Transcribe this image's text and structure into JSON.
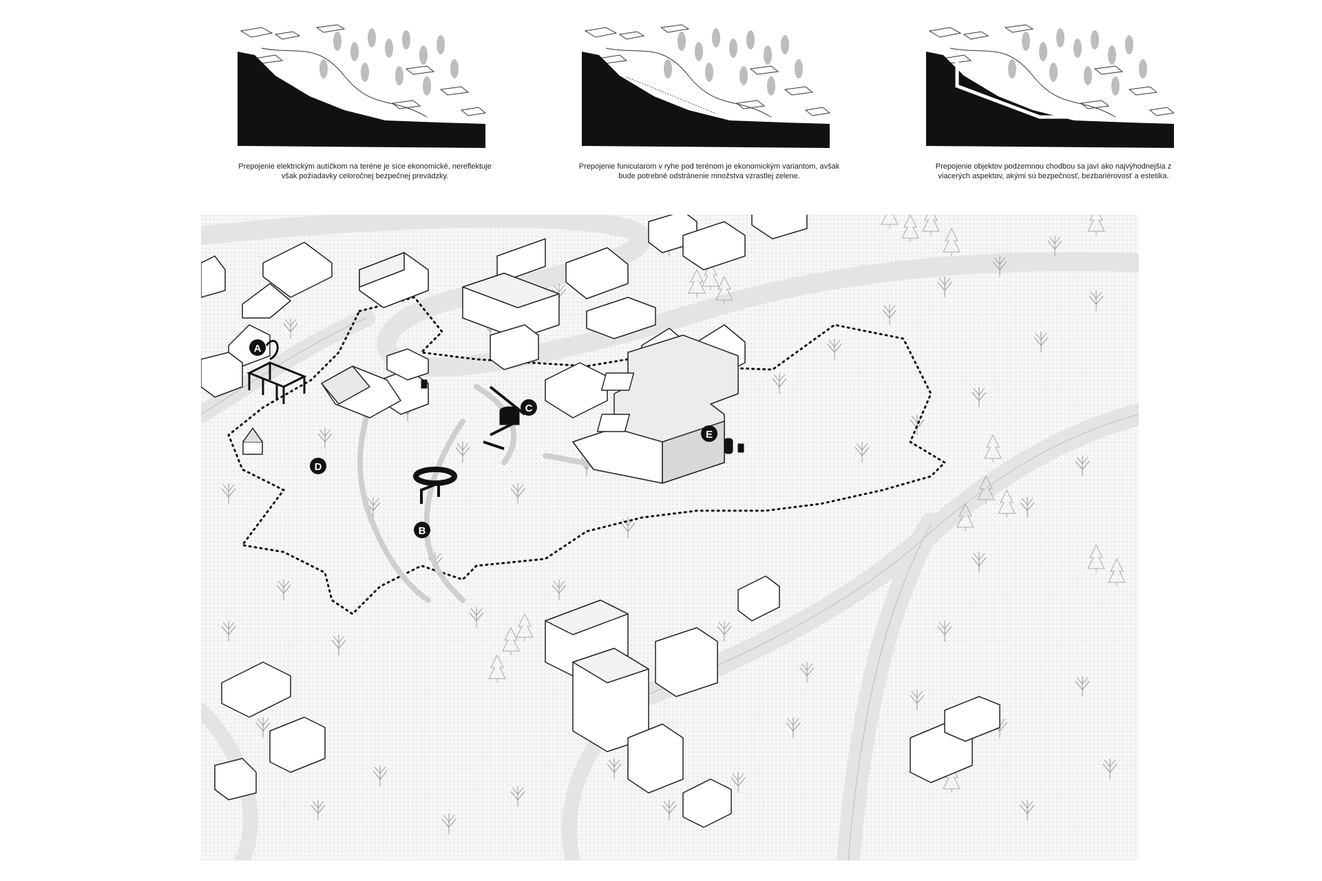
{
  "sections": [
    {
      "id": "electric-car",
      "caption": "Prepojenie elektrickým autíčkom na teréne je síce ekonomické, nereflektuje však požiadavky celoročnej bezpečnej prevádzky."
    },
    {
      "id": "funicular",
      "caption": "Prepojenie funicularom v ryhe pod terénom je ekonomickým variantom, avšak bude potrebné odstránenie množstva vzrastlej zelene."
    },
    {
      "id": "underground",
      "caption": "Prepojenie objektov podzemnou chodbou sa javí ako najvýhodnejšia z viacerých aspektov, akými sú bezpečnosť, bezbariérovosť a estetika."
    }
  ],
  "plan": {
    "markers": [
      "A",
      "B",
      "C",
      "D",
      "E"
    ]
  },
  "colors": {
    "ink": "#111111",
    "road": "#e6e6e6",
    "ground": "#f4f4f4",
    "tree": "#9a9a9a"
  }
}
